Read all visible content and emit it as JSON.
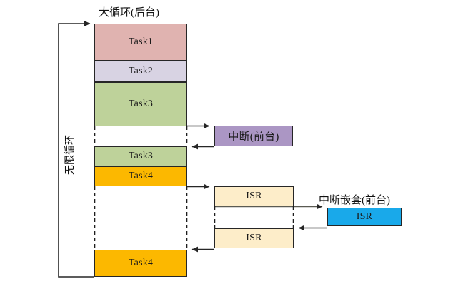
{
  "diagram": {
    "title_top": "大循环(后台)",
    "vertical_label": "无限循环",
    "nested_title": "中断嵌套(前台)",
    "colors": {
      "task1": "#e0b3b0",
      "task2": "#d8d3e3",
      "task3": "#bed29a",
      "task4": "#fcb800",
      "interrupt": "#ab96c4",
      "isr": "#fdedc9",
      "isr_nested": "#19a9ea",
      "stroke": "#262626",
      "background": "#ffffff"
    },
    "main_column": {
      "blocks": [
        {
          "id": "task1",
          "label": "Task1",
          "color_key": "task1"
        },
        {
          "id": "task2",
          "label": "Task2",
          "color_key": "task2"
        },
        {
          "id": "task3a",
          "label": "Task3",
          "color_key": "task3"
        },
        {
          "id": "task3b",
          "label": "Task3",
          "color_key": "task3"
        },
        {
          "id": "task4a",
          "label": "Task4",
          "color_key": "task4"
        },
        {
          "id": "task4b",
          "label": "Task4",
          "color_key": "task4"
        }
      ]
    },
    "foreground": {
      "interrupt_label": "中断(前台)",
      "isr_upper_label": "ISR",
      "isr_lower_label": "ISR",
      "isr_nested_label": "ISR"
    }
  }
}
